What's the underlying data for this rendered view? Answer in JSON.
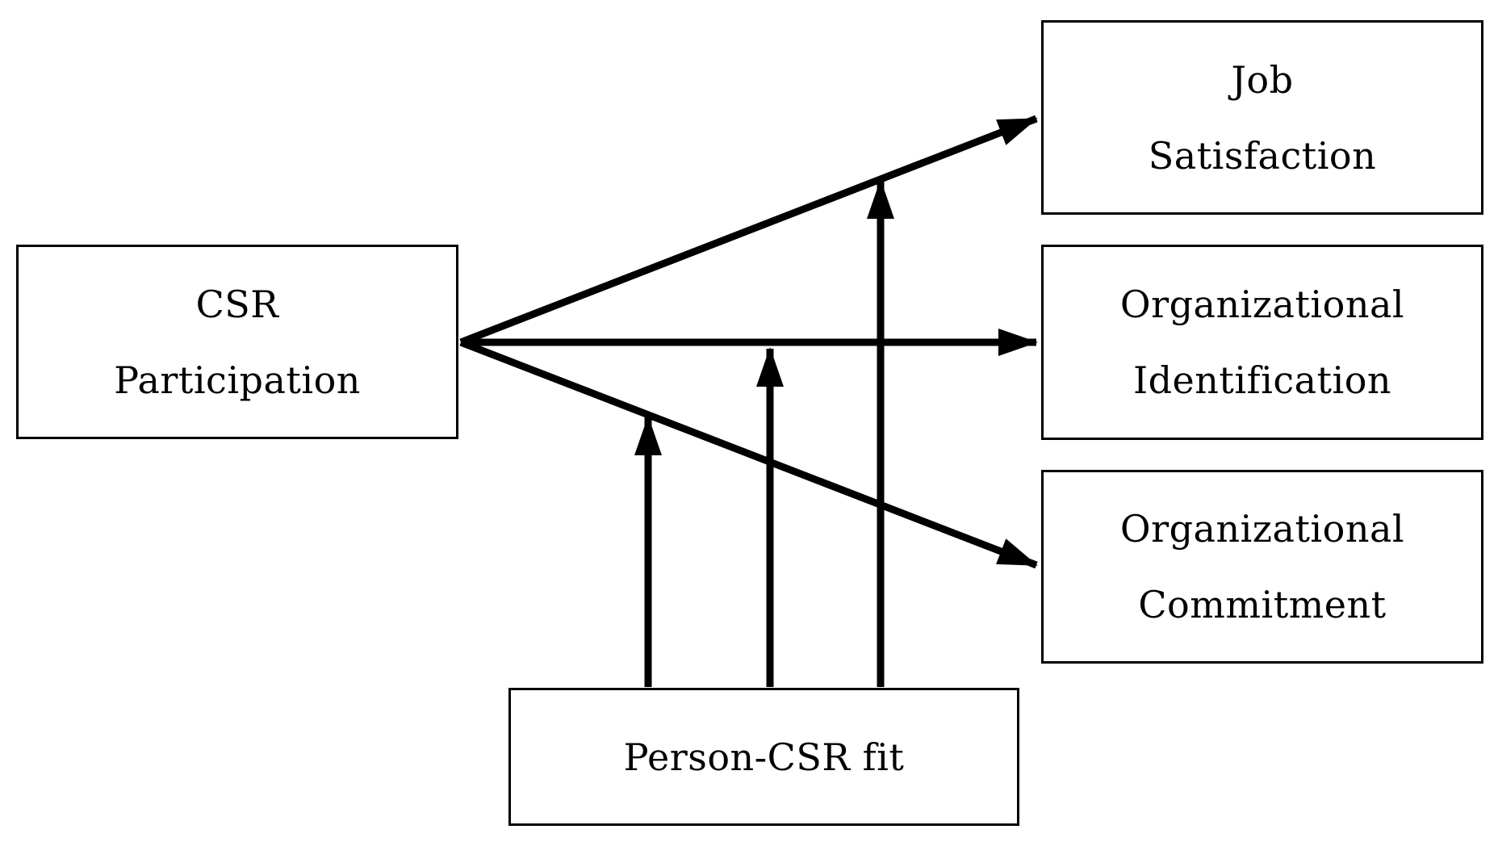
{
  "diagram": {
    "background_color": "#ffffff",
    "line_color": "#000000",
    "boxes": {
      "csr_participation": {
        "line1": "CSR",
        "line2": "Participation"
      },
      "job_satisfaction": {
        "line1": "Job",
        "line2": "Satisfaction"
      },
      "organizational_identification": {
        "line1": "Organizational",
        "line2": "Identification"
      },
      "organizational_commitment": {
        "line1": "Organizational",
        "line2": "Commitment"
      },
      "person_csr_fit": {
        "line1": "Person-CSR fit"
      }
    },
    "arrows": [
      {
        "from": "csr_participation",
        "to": "job_satisfaction",
        "type": "direct-effect"
      },
      {
        "from": "csr_participation",
        "to": "organizational_identification",
        "type": "direct-effect"
      },
      {
        "from": "csr_participation",
        "to": "organizational_commitment",
        "type": "direct-effect"
      },
      {
        "from": "person_csr_fit",
        "to": "path csr_participation - organizational_commitment",
        "type": "moderation"
      },
      {
        "from": "person_csr_fit",
        "to": "path csr_participation - organizational_identification",
        "type": "moderation"
      },
      {
        "from": "person_csr_fit",
        "to": "path csr_participation - job_satisfaction",
        "type": "moderation"
      }
    ]
  }
}
